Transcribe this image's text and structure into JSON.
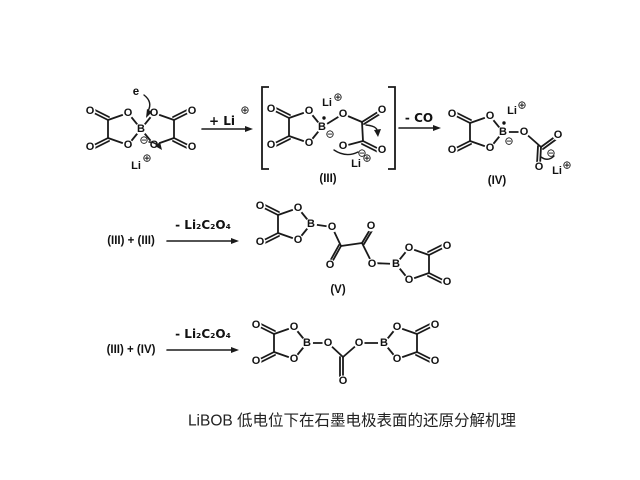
{
  "figure": {
    "caption": "LiBOB 低电位下在石墨电极表面的还原分解机理",
    "background": "#ffffff",
    "ink_color": "#1a1a1a"
  },
  "atoms": {
    "O": "O",
    "B": "B",
    "Li": "Li"
  },
  "charges": {
    "plus": "⊕",
    "minus": "⊖"
  },
  "labels": {
    "electron": "e",
    "plus_li": "+ Li",
    "minus_co": "- CO",
    "minus_li2c2o4": "- Li₂C₂O₄",
    "iii": "(III)",
    "iv": "(IV)",
    "v": "(V)",
    "rxn2_reactants": "(III) + (III)",
    "rxn3_reactants": "(III) + (IV)"
  }
}
